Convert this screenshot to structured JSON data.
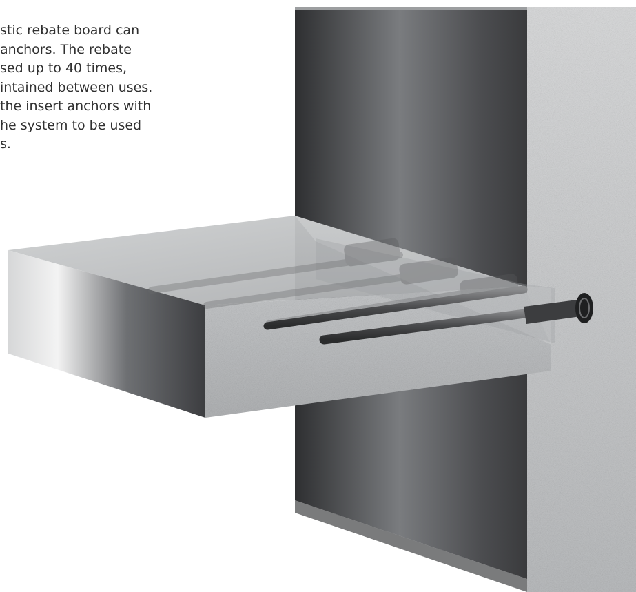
{
  "description": {
    "lines": [
      "stic rebate board can",
      " anchors. The rebate",
      "sed up to 40 times,",
      "intained between uses.",
      " the insert anchors with",
      "he system to be used",
      "s."
    ]
  },
  "colors": {
    "concrete_light": "#c9cbcc",
    "concrete_mid": "#b3b5b7",
    "shadow_dark": "#3a3b3d",
    "rebar": "#4a4b4d",
    "caption_text": "#303030"
  },
  "icons": {
    "wall": "concrete-wall-illustration",
    "slab": "concrete-slab-illustration",
    "anchors": "insert-anchor-rebar-illustration"
  }
}
